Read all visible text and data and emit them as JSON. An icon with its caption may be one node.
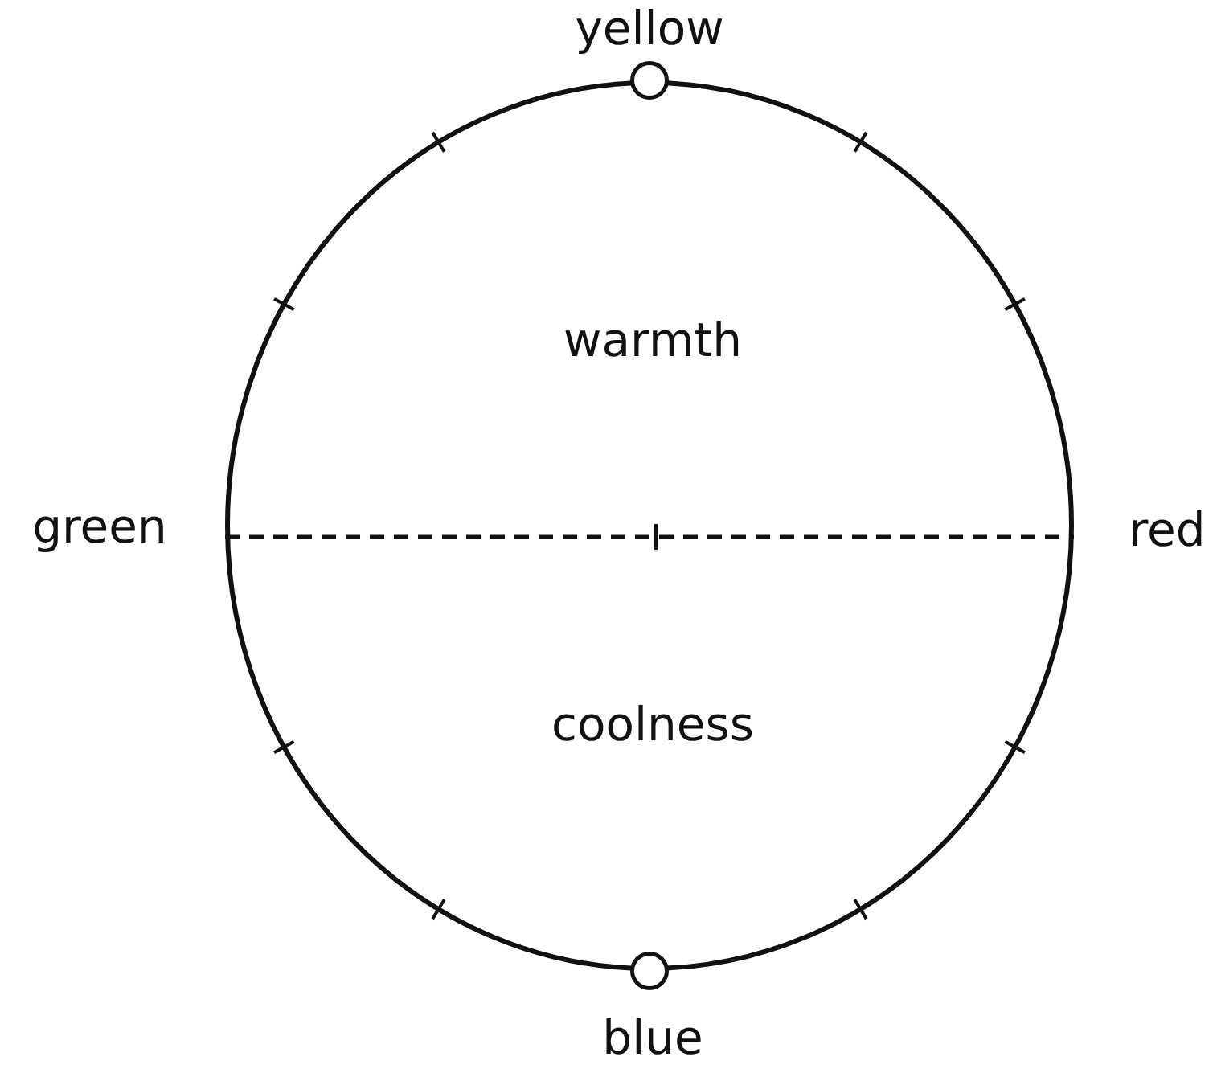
{
  "diagram": {
    "nodes": [
      {
        "text": [],
        "shape": "circle"
      },
      {
        "text": [],
        "shape": "circle"
      },
      {
        "text": [],
        "shape": "circle"
      }
    ],
    "labels": [
      "yellow",
      "warmth",
      "green",
      "red",
      "coolness",
      "blue"
    ]
  }
}
